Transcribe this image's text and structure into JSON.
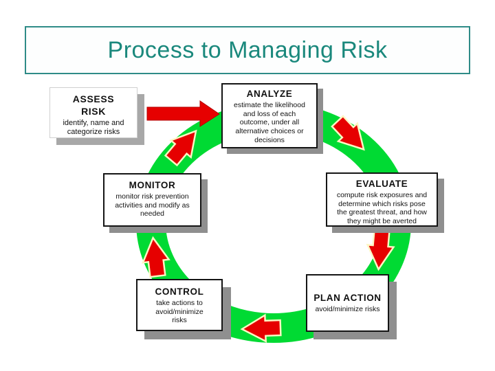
{
  "slide": {
    "title": "Process to Managing Risk"
  },
  "colors": {
    "title-teal": "#1a887c",
    "title-border": "#2e8b87",
    "ring-green": "#00da33",
    "arrow-red": "#e60000",
    "arrow-outline": "#fdf6c3",
    "box-border": "#141414",
    "shadow-gray": "#8f8f8f",
    "assess-shadow": "#a8a8a8"
  },
  "nodes": [
    {
      "id": "assess",
      "title": "ASSESS RISK",
      "desc": "identify, name and categorize risks"
    },
    {
      "id": "analyze",
      "title": "ANALYZE",
      "desc": "estimate the likelihood and loss of each outcome, under all alternative choices or decisions"
    },
    {
      "id": "evaluate",
      "title": "EVALUATE",
      "desc": "compute risk exposures and determine which risks pose the greatest threat, and how they might be averted"
    },
    {
      "id": "plan",
      "title": "PLAN ACTION",
      "desc": "avoid/minimize risks"
    },
    {
      "id": "control",
      "title": "CONTROL",
      "desc": "take actions  to avoid/minimize risks"
    },
    {
      "id": "monitor",
      "title": "MONITOR",
      "desc": "monitor risk prevention activities and modify as needed"
    }
  ],
  "connections": [
    {
      "from": "ASSESS RISK",
      "to": "ANALYZE",
      "style": "straight-red-arrow"
    },
    {
      "from": "ANALYZE",
      "to": "EVALUATE",
      "style": "ring-arrow"
    },
    {
      "from": "EVALUATE",
      "to": "PLAN ACTION",
      "style": "ring-arrow"
    },
    {
      "from": "PLAN ACTION",
      "to": "CONTROL",
      "style": "ring-arrow"
    },
    {
      "from": "CONTROL",
      "to": "MONITOR",
      "style": "ring-arrow"
    },
    {
      "from": "MONITOR",
      "to": "ANALYZE",
      "style": "ring-arrow"
    }
  ]
}
